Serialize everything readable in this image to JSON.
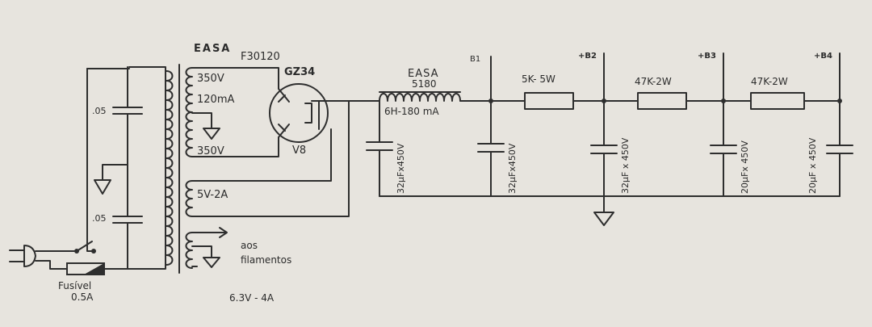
{
  "labels": {
    "transformer_brand": "EASA",
    "transformer_model": "F30120",
    "hv_top": "350V",
    "hv_current": "120mA",
    "hv_bottom": "350V",
    "rect_supply": "5V-2A",
    "rectifier_tube": "GZ34",
    "rectifier_type": "V8",
    "cap_primary_1": ".05",
    "cap_primary_2": ".05",
    "fuse_name": "Fusível",
    "fuse_rating": "0.5A",
    "filament_1": "aos",
    "filament_2": "filamentos",
    "filament_rating": "6.3V - 4A",
    "choke_brand": "EASA",
    "choke_model": "5180",
    "choke_rating": "6H-180 mA",
    "filter_cap_1": "32µFx450V",
    "filter_cap_2": "32µFx450V",
    "filter_cap_3": "32µF x 450V",
    "filter_cap_4": "20µFx 450V",
    "filter_cap_5": "20µF x 450V",
    "resistor_1": "5K- 5W",
    "resistor_2": "47K-2W",
    "resistor_3": "47K-2W",
    "tap_1": "B1",
    "tap_2": "+B2",
    "tap_3": "+B3",
    "tap_4": "+B4"
  },
  "colors": {
    "ink": "#2e2e2e",
    "paper": "#e7e4de"
  }
}
